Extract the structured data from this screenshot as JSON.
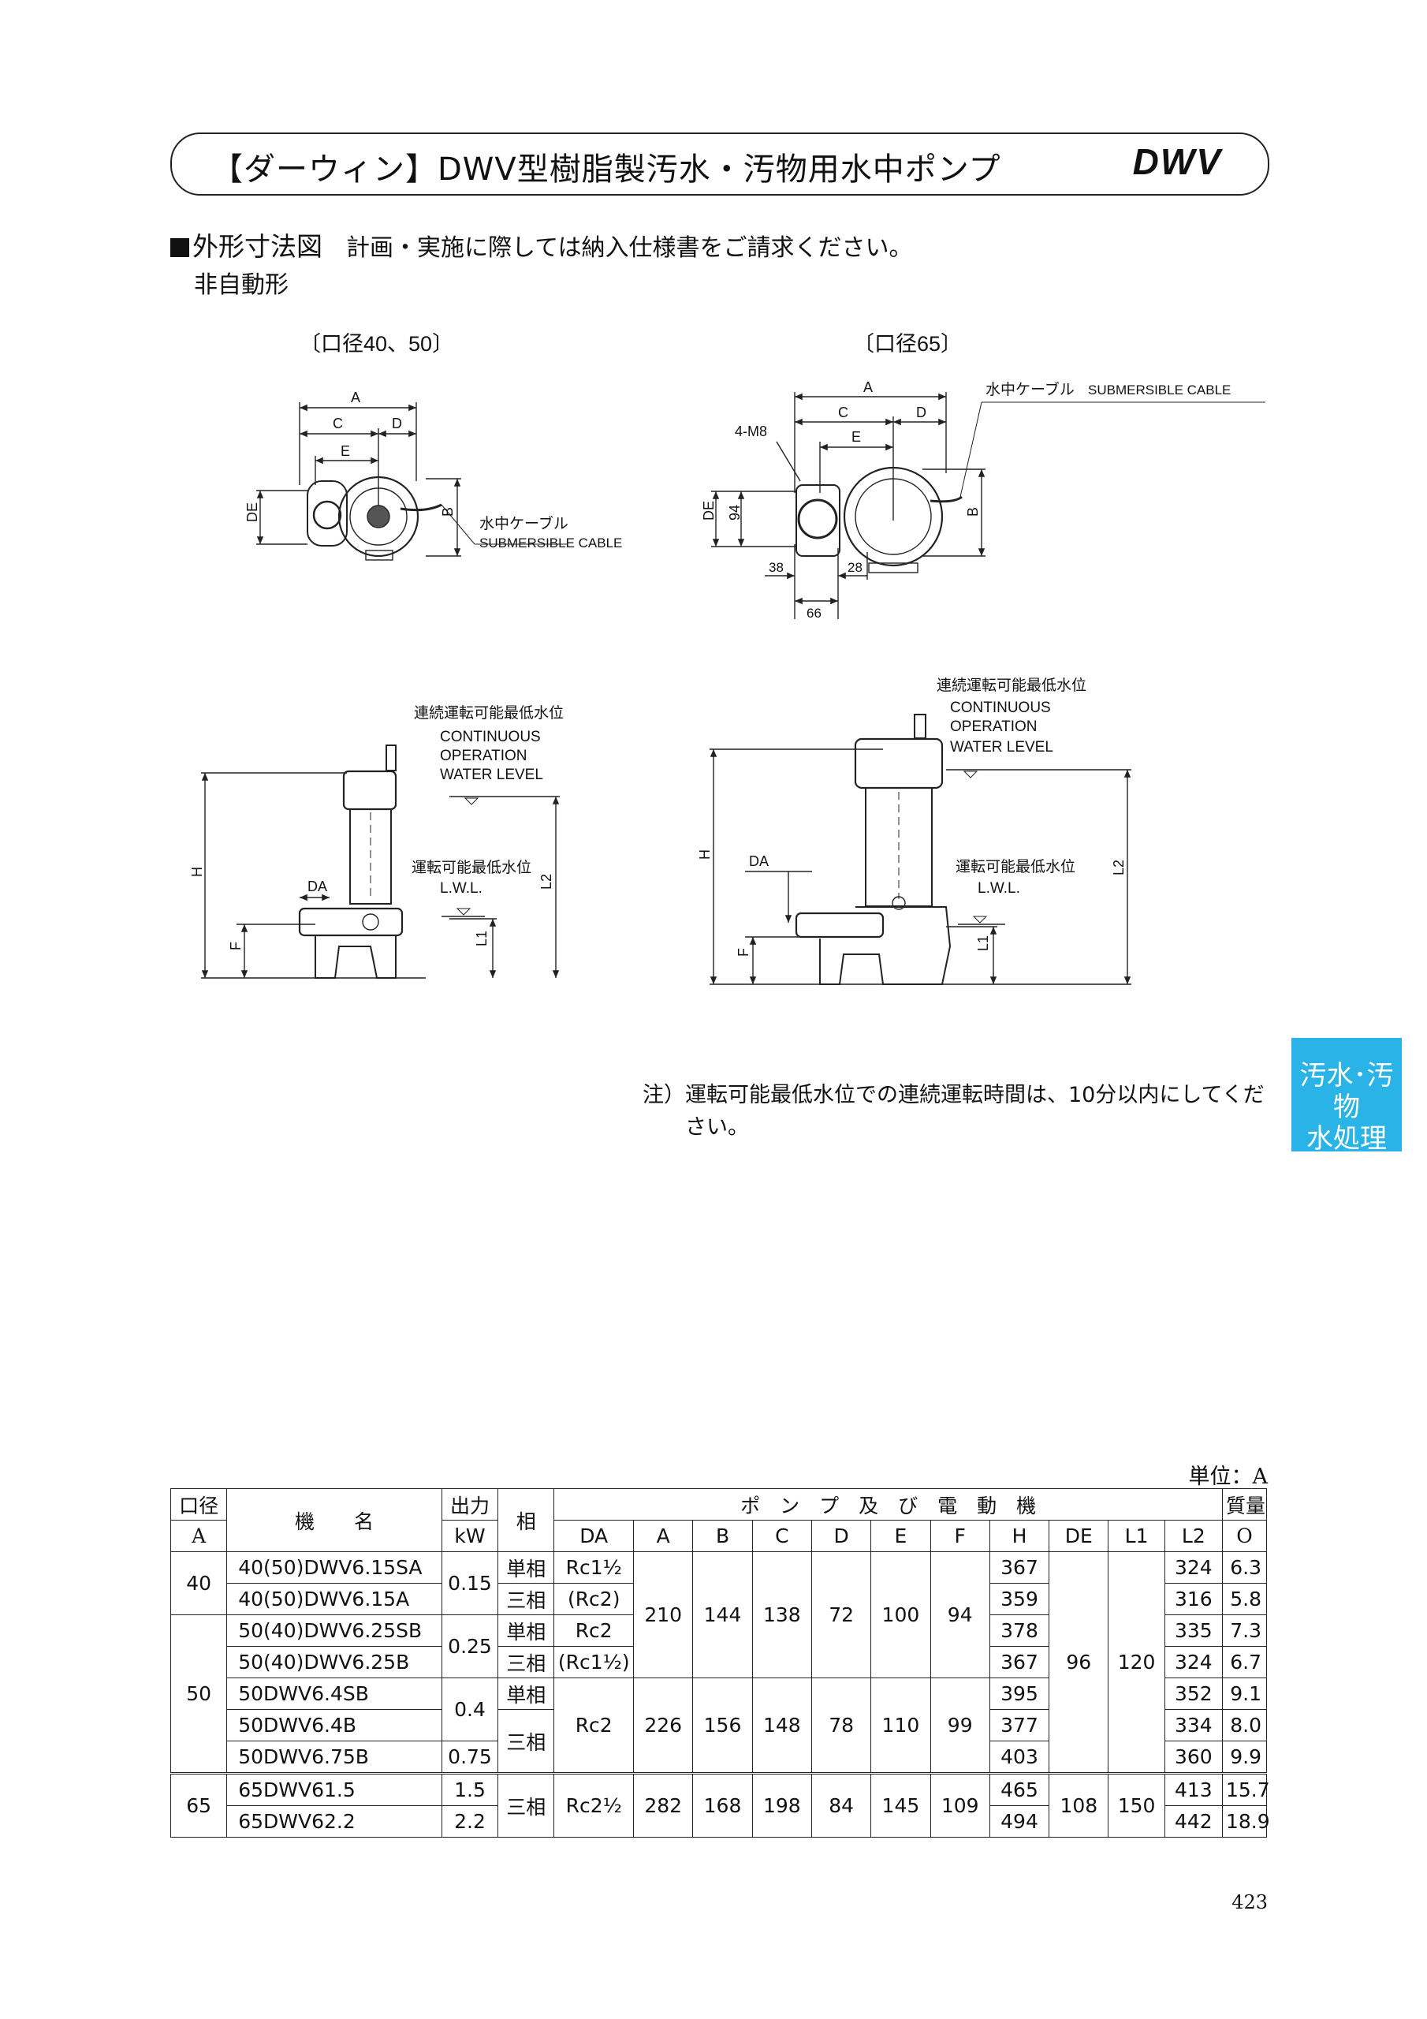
{
  "title": {
    "text": "【ダーウィン】DWV型樹脂製汚水・汚物用水中ポンプ",
    "code": "DWV"
  },
  "section": {
    "heading": "外形寸法図",
    "note": "計画・実施に際しては納入仕様書をご請求ください。",
    "subheading": "非自動形"
  },
  "figures": {
    "left": {
      "caption": "〔口径40、50〕",
      "dims": {
        "a": "A",
        "c": "C",
        "d": "D",
        "e": "E",
        "de": "DE",
        "b": "B",
        "h": "H",
        "f": "F",
        "da": "DA",
        "l1": "L1",
        "l2": "L2"
      },
      "cable_jp": "水中ケーブル",
      "cable_en": "SUBMERSIBLE CABLE",
      "cont_jp": "連続運転可能最低水位",
      "cont_en_1": "CONTINUOUS",
      "cont_en_2": "OPERATION",
      "cont_en_3": "WATER LEVEL",
      "lwl_jp": "運転可能最低水位",
      "lwl_en": "L.W.L."
    },
    "right": {
      "caption": "〔口径65〕",
      "dims": {
        "a": "A",
        "c": "C",
        "d": "D",
        "e": "E",
        "de": "DE",
        "b": "B",
        "h": "H",
        "f": "F",
        "da": "DA",
        "l1": "L1",
        "l2": "L2",
        "v94": "94",
        "v38": "38",
        "v28": "28",
        "v66": "66",
        "bolts": "4-M8"
      },
      "cable_jp": "水中ケーブル",
      "cable_en": "SUBMERSIBLE CABLE",
      "cont_jp": "連続運転可能最低水位",
      "cont_en_1": "CONTINUOUS",
      "cont_en_2": "OPERATION",
      "cont_en_3": "WATER LEVEL",
      "lwl_jp": "運転可能最低水位",
      "lwl_en": "L.W.L."
    }
  },
  "figure_note": {
    "line1": "注）運転可能最低水位での連続運転時間は、10分以内にしてくだ",
    "line2": "さい。"
  },
  "side_tab": {
    "line1": "汚水･汚物",
    "line2": "水処理"
  },
  "table": {
    "unit": "単位：A",
    "headers": {
      "bore": "口径",
      "bore_sub": "A",
      "model": "機　　名",
      "output": "出力",
      "output_sub": "kW",
      "phase": "相",
      "pump_group": "ポ　ン　プ　及　び　電　動　機",
      "mass": "質量",
      "mass_sub": "O",
      "cols": [
        "DA",
        "A",
        "B",
        "C",
        "D",
        "E",
        "F",
        "H",
        "DE",
        "L1",
        "L2"
      ]
    },
    "rows": [
      {
        "bore": "40",
        "model": "40(50)DWV6.15SA",
        "output": "0.15",
        "phase": "単相",
        "da": "Rc1½",
        "a": "210",
        "b": "144",
        "c": "138",
        "d": "72",
        "e": "100",
        "f": "94",
        "h": "367",
        "de": "96",
        "l1": "120",
        "l2": "324",
        "mass": "6.3"
      },
      {
        "model": "40(50)DWV6.15A",
        "phase": "三相",
        "da": "(Rc2)",
        "h": "359",
        "l2": "316",
        "mass": "5.8"
      },
      {
        "bore": "50",
        "model": "50(40)DWV6.25SB",
        "output": "0.25",
        "phase": "単相",
        "da": "Rc2",
        "h": "378",
        "l2": "335",
        "mass": "7.3"
      },
      {
        "model": "50(40)DWV6.25B",
        "phase": "三相",
        "da": "(Rc1½)",
        "h": "367",
        "l2": "324",
        "mass": "6.7"
      },
      {
        "model": "50DWV6.4SB",
        "output": "0.4",
        "phase": "単相",
        "da": "Rc2",
        "a": "226",
        "b": "156",
        "c": "148",
        "d": "78",
        "e": "110",
        "f": "99",
        "h": "395",
        "l2": "352",
        "mass": "9.1"
      },
      {
        "model": "50DWV6.4B",
        "phase": "三相",
        "h": "377",
        "l2": "334",
        "mass": "8.0"
      },
      {
        "model": "50DWV6.75B",
        "output": "0.75",
        "h": "403",
        "l2": "360",
        "mass": "9.9"
      },
      {
        "bore": "65",
        "model": "65DWV61.5",
        "output": "1.5",
        "phase": "三相",
        "da": "Rc2½",
        "a": "282",
        "b": "168",
        "c": "198",
        "d": "84",
        "e": "145",
        "f": "109",
        "h": "465",
        "de": "108",
        "l1": "150",
        "l2": "413",
        "mass": "15.7"
      },
      {
        "model": "65DWV62.2",
        "output": "2.2",
        "h": "494",
        "l2": "442",
        "mass": "18.9"
      }
    ]
  },
  "page_number": "423"
}
